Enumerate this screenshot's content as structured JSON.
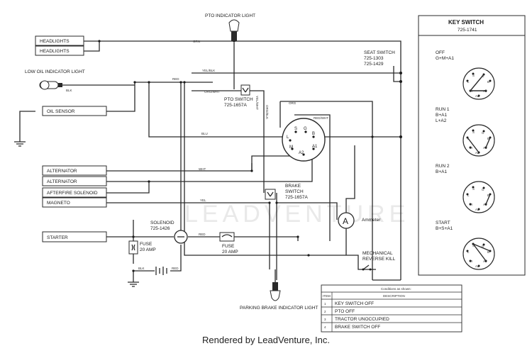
{
  "components": {
    "pto_indicator_light": "PTO INDICATOR LIGHT",
    "headlights_1": "HEADLIGHTS",
    "headlights_2": "HEADLIGHTS",
    "low_oil_indicator_light": "LOW OIL INDICATOR LIGHT",
    "oil_sensor": "OIL SENSOR",
    "alternator_1": "ALTERNATOR",
    "alternator_2": "ALTERNATOR",
    "afterfire_solenoid": "AFTERFIRE SOLENOID",
    "magneto": "MAGNETO",
    "starter": "STARTER",
    "solenoid": "SOLENOID",
    "solenoid_part": "725-1426",
    "fuse_left": "FUSE",
    "fuse_left_rating": "20 AMP",
    "fuse_mid": "FUSE",
    "fuse_mid_rating": "20 AMP",
    "pto_switch": "PTO SWITCH",
    "pto_switch_part": "725-1657A",
    "seat_switch": "SEAT SWITCH",
    "seat_switch_part_1": "725-1303",
    "seat_switch_part_2": "725-1429",
    "brake_switch_1": "BRAKE",
    "brake_switch_2": "SWITCH",
    "brake_switch_part": "725-1657A",
    "ammeter": "Ammeter",
    "ammeter_symbol": "A",
    "mechanical_reverse_kill_1": "MECHANICAL",
    "mechanical_reverse_kill_2": "REVERSE KILL",
    "parking_brake_indicator_light": "PARKING BRAKE INDICATOR LIGHT"
  },
  "wire_labels": {
    "grn": "GRN",
    "yel_blk": "YEL/BLK",
    "red_top": "RED",
    "org_wht": "ORG/WHT",
    "blk_oil": "BLK",
    "blu": "BLU",
    "wht": "WHT",
    "yel": "YEL",
    "red_solenoid": "RED",
    "org": "ORG",
    "red_wht": "RED/WHT",
    "yel_wht": "YEL/WHT",
    "org_blk": "ORG/BLK",
    "blk_bat": "BLK",
    "red_bat": "RED"
  },
  "ignition_terminals": {
    "s1": "S",
    "g": "G",
    "b": "B",
    "l": "L",
    "m": "M",
    "a1": "A1",
    "a2": "A2"
  },
  "key_switch": {
    "title": "KEY SWITCH",
    "part": "725-1741",
    "positions": [
      {
        "name": "OFF",
        "line1": "G+M+A1",
        "line2": ""
      },
      {
        "name": "RUN 1",
        "line1": "B+A1",
        "line2": "L+A2"
      },
      {
        "name": "RUN 2",
        "line1": "B+A1",
        "line2": ""
      },
      {
        "name": "START",
        "line1": "B+S+A1",
        "line2": ""
      }
    ],
    "terminals": {
      "s": "S",
      "g": "G",
      "b": "B",
      "l": "L",
      "m": "M",
      "a1": "A1",
      "a2": "A2"
    }
  },
  "conditions_table": {
    "title": "Conditions as shown:",
    "col_item": "ITEM",
    "col_desc": "DESCRIPTION",
    "rows": [
      {
        "item": "1",
        "desc": "KEY SWITCH OFF"
      },
      {
        "item": "2",
        "desc": "PTO OFF"
      },
      {
        "item": "3",
        "desc": "TRACTOR UNOCCUPIED"
      },
      {
        "item": "4",
        "desc": "BRAKE SWITCH OFF"
      }
    ]
  },
  "watermark": "LEADVENTURE",
  "footer": "Rendered by LeadVenture, Inc."
}
